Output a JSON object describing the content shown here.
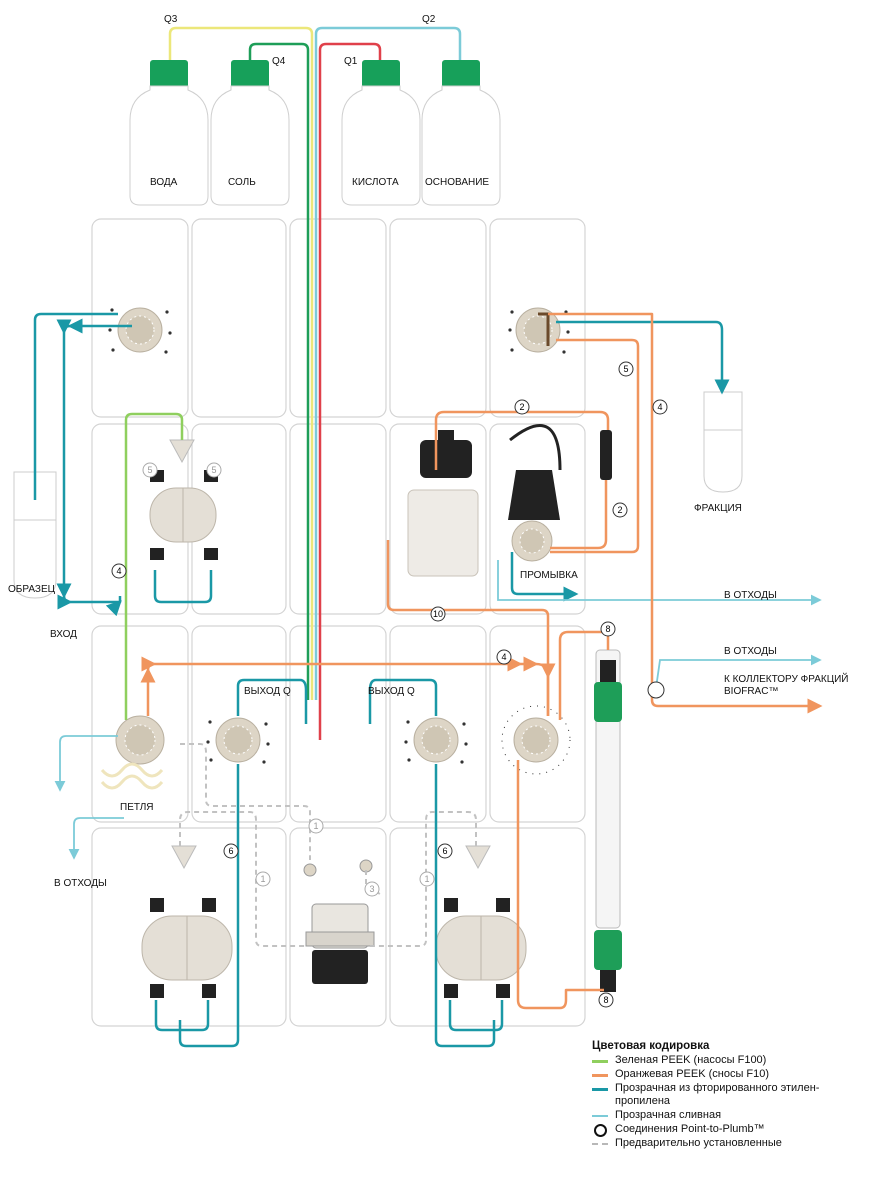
{
  "bottles": {
    "water": "ВОДА",
    "salt": "СОЛЬ",
    "acid": "КИСЛОТА",
    "base": "ОСНОВАНИЕ"
  },
  "lines": {
    "q1": "Q1",
    "q2": "Q2",
    "q3": "Q3",
    "q4": "Q4"
  },
  "labels": {
    "fraction": "ФРАКЦИЯ",
    "sample": "ОБРАЗЕЦ",
    "inlet": "ВХОД",
    "flush": "ПРОМЫВКА",
    "to_waste_1": "В ОТХОДЫ",
    "to_waste_2": "В ОТХОДЫ",
    "to_waste_3": "В ОТХОДЫ",
    "to_collector_line1": "К КОЛЛЕКТОРУ ФРАКЦИЙ",
    "to_collector_line2": "BIOFRAC™",
    "q_out_left": "ВЫХОД Q",
    "q_out_right": "ВЫХОД Q",
    "loop": "ПЕТЛЯ"
  },
  "markers": [
    "2",
    "5",
    "4",
    "2",
    "10",
    "4",
    "8",
    "8",
    "4",
    "6",
    "6",
    "1",
    "1",
    "1",
    "3",
    "5",
    "5"
  ],
  "legend": {
    "title": "Цветовая кодировка",
    "items": [
      {
        "label": "Зеленая PEEK (насосы F100)",
        "color": "#8fcf5e",
        "style": "solid"
      },
      {
        "label": "Оранжевая PEEK (сносы F10)",
        "color": "#f0955e",
        "style": "solid"
      },
      {
        "label": "Прозрачная из фторированного этилен-пропилена",
        "color": "#1a98a6",
        "style": "solid"
      },
      {
        "label": "Прозрачная сливная",
        "color": "#7ccbd8",
        "style": "thin"
      },
      {
        "label": "Соединения Point-to-Plumb™",
        "color": "#111111",
        "style": "ring"
      },
      {
        "label": "Предварительно установленные",
        "color": "#b8b8b8",
        "style": "dash"
      }
    ]
  },
  "colors": {
    "green_peek": "#8fcf5e",
    "orange_peek": "#f0955e",
    "teal_fep": "#1a98a6",
    "light_drain": "#7ccbd8",
    "red_line": "#e0404a",
    "yellow_line": "#ece77a",
    "bottle_cap": "#17a05a",
    "column_green": "#1e9e58",
    "panel_border": "#d4d4d4"
  }
}
